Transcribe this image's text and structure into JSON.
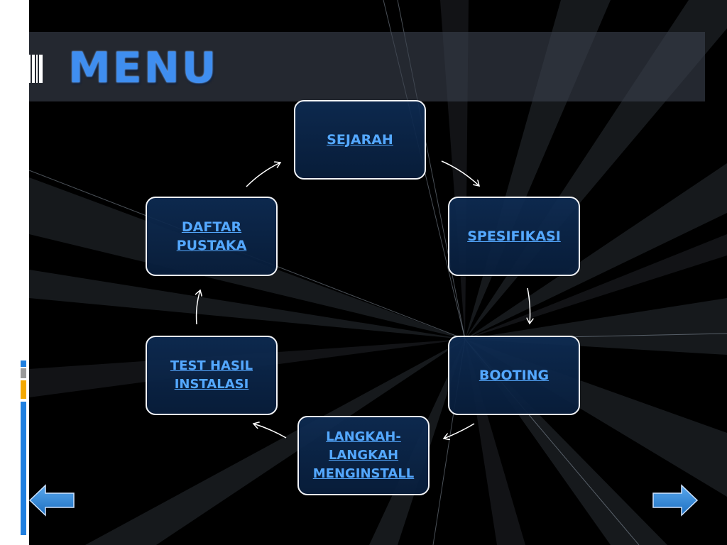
{
  "slide": {
    "title": "MENU",
    "nodes": [
      {
        "id": "sejarah",
        "label": "SEJARAH"
      },
      {
        "id": "spesifikasi",
        "label": "SPESIFIKASI"
      },
      {
        "id": "booting",
        "label": "BOOTING"
      },
      {
        "id": "langkah",
        "label": "LANGKAH-\nLANGKAH\nMENGINSTALL"
      },
      {
        "id": "test",
        "label": "TEST HASIL\nINSTALASI"
      },
      {
        "id": "daftar",
        "label": "DAFTAR\nPUSTAKA"
      }
    ]
  },
  "navigation": {
    "prev_icon": "arrow-left-icon",
    "next_icon": "arrow-right-icon"
  },
  "colors": {
    "background": "#000000",
    "title": "#3f8ef0",
    "node_fill": "#0d2a52",
    "node_border": "#f2f4f8",
    "link_text": "#54a8ff",
    "nav_arrow": "#2b86d6"
  }
}
